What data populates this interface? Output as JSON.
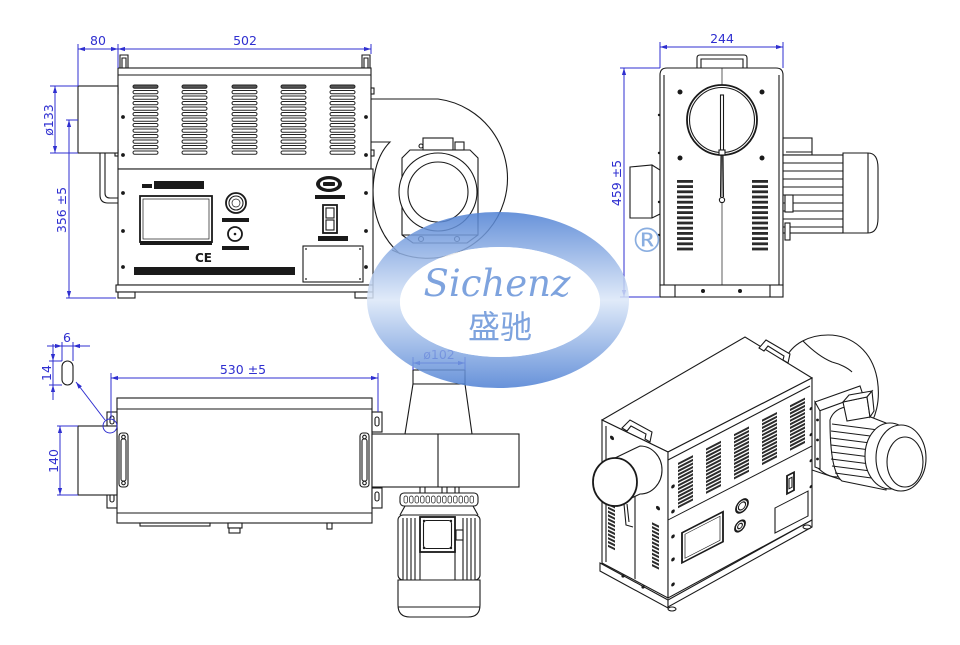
{
  "drawing": {
    "line_color": "#1a1a1a",
    "dimension_color": "#2f2fd0",
    "watermark_color": "#6d96d8",
    "background": "#ffffff"
  },
  "front_view": {
    "dimensions": {
      "inlet_length": "80",
      "body_length": "502",
      "inlet_diameter": "ø133",
      "height": "356 ±5"
    },
    "panel": {
      "ce_mark": "CE"
    }
  },
  "side_view": {
    "dimensions": {
      "width": "244",
      "height": "459 ±5"
    }
  },
  "top_view": {
    "dimensions": {
      "slot_width": "6",
      "slot_height": "14",
      "mount_spacing": "530 ±5",
      "inlet_width": "140"
    }
  },
  "blower_top_view": {
    "dimensions": {
      "outlet_diameter": "ø102"
    }
  },
  "watermark": {
    "brand_latin": "Sichenz",
    "brand_chinese": "盛驰",
    "registered_mark": "®"
  }
}
